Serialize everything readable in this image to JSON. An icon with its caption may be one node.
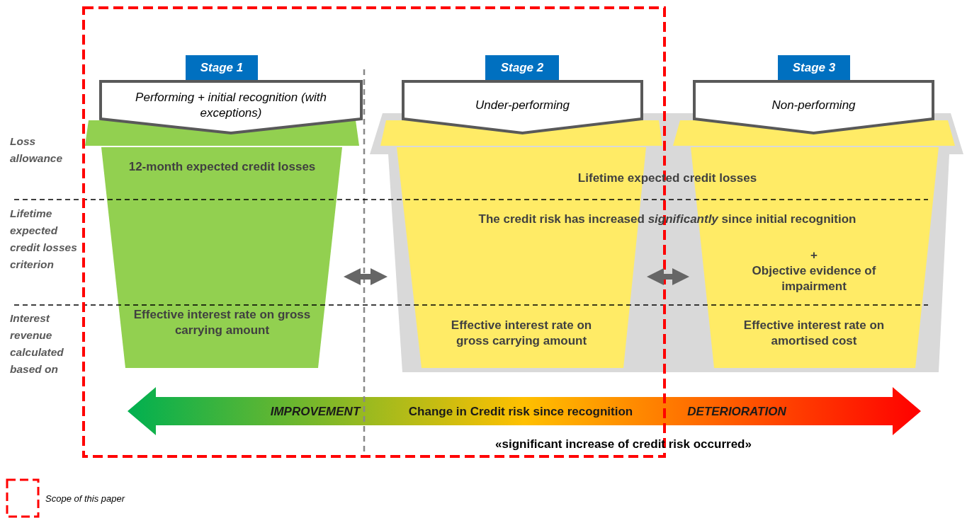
{
  "diagram": {
    "nodes": [
      {
        "text": [
          "Stage 1"
        ]
      },
      {
        "text": [
          "Performing + initial recognition (with exceptions)"
        ]
      },
      {
        "text": [
          "12-month expected credit losses",
          "Effective interest rate on gross carrying amount"
        ]
      },
      {
        "text": [
          "Stage 2"
        ]
      },
      {
        "text": [
          "Under-performing"
        ]
      },
      {
        "text": [
          "Lifetime expected credit losses",
          "The credit risk has increased *significantly* since initial recognition"
        ]
      },
      {
        "text": [
          "Effective interest rate on gross carrying amount"
        ],
        "in": 5
      },
      {
        "text": [
          "Stage 3"
        ]
      },
      {
        "text": [
          "Non-performing"
        ]
      },
      {
        "text": [
          "+",
          "Objective evidence of impairment",
          "Effective interest rate on amortised cost"
        ],
        "in": 5
      },
      {
        "text": [
          "IMPROVEMENT",
          "Change in Credit risk since recognition",
          "DETERIORATION"
        ],
        "beside": [
          "«significant increase of credit risk occurred»"
        ]
      }
    ],
    "edges": [
      {
        "from": 2,
        "to": 6,
        "arrow": "both"
      },
      {
        "from": 6,
        "to": 9,
        "arrow": "both"
      }
    ],
    "labels": [
      "Loss allowance",
      "Lifetime expected credit losses criterion",
      "Interest revenue calculated based on"
    ],
    "legend": [
      {
        "text": "Scope of this paper"
      }
    ]
  }
}
